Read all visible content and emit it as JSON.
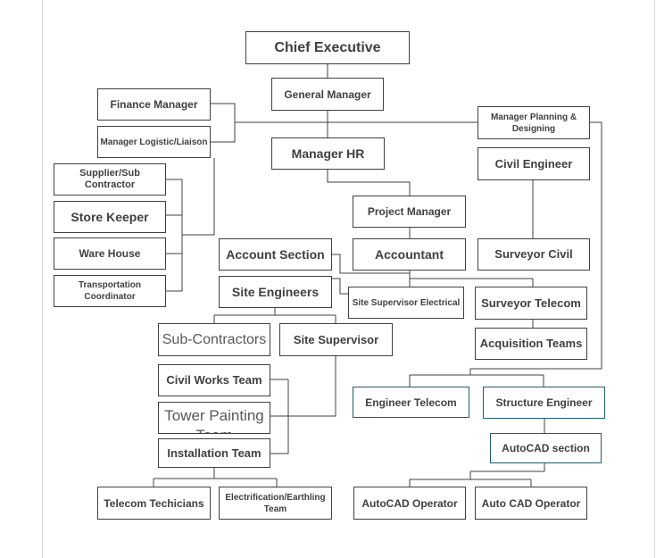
{
  "org_chart": {
    "chief_executive": "Chief Executive",
    "general_manager": "General Manager",
    "finance_manager": "Finance Manager",
    "manager_logistic": "Manager Logistic/Liaison",
    "manager_planning": "Manager Planning & Designing",
    "manager_hr": "Manager HR",
    "civil_engineer": "Civil Engineer",
    "supplier_sub_contractor": "Supplier/Sub Contractor",
    "store_keeper": "Store Keeper",
    "ware_house": "Ware House",
    "transportation_coordinator": "Transportation Coordinator",
    "project_manager": "Project Manager",
    "account_section": "Account Section",
    "accountant": "Accountant",
    "surveyor_civil": "Surveyor Civil",
    "site_engineers": "Site Engineers",
    "site_supervisor_electrical": "Site Supervisor Electrical",
    "surveyor_telecom": "Surveyor Telecom",
    "sub_contractors": "Sub-Contractors",
    "site_supervisor": "Site Supervisor",
    "acquisition_teams": "Acquisition Teams",
    "civil_works_team": "Civil Works Team",
    "tower_painting_team": "Tower Painting Team",
    "installation_team": "Installation Team",
    "engineer_telecom": "Engineer Telecom",
    "structure_engineer": "Structure Engineer",
    "autocad_section": "AutoCAD section",
    "telecom_techicians": "Telecom Techicians",
    "electrification_team": "Electrification/Earthling Team",
    "autocad_operator": "AutoCAD Operator",
    "auto_cad_operator": "Auto CAD Operator"
  },
  "colors": {
    "border": "#404040",
    "accent_border": "#1f5f6e",
    "text": "#404040",
    "line": "#404040"
  }
}
